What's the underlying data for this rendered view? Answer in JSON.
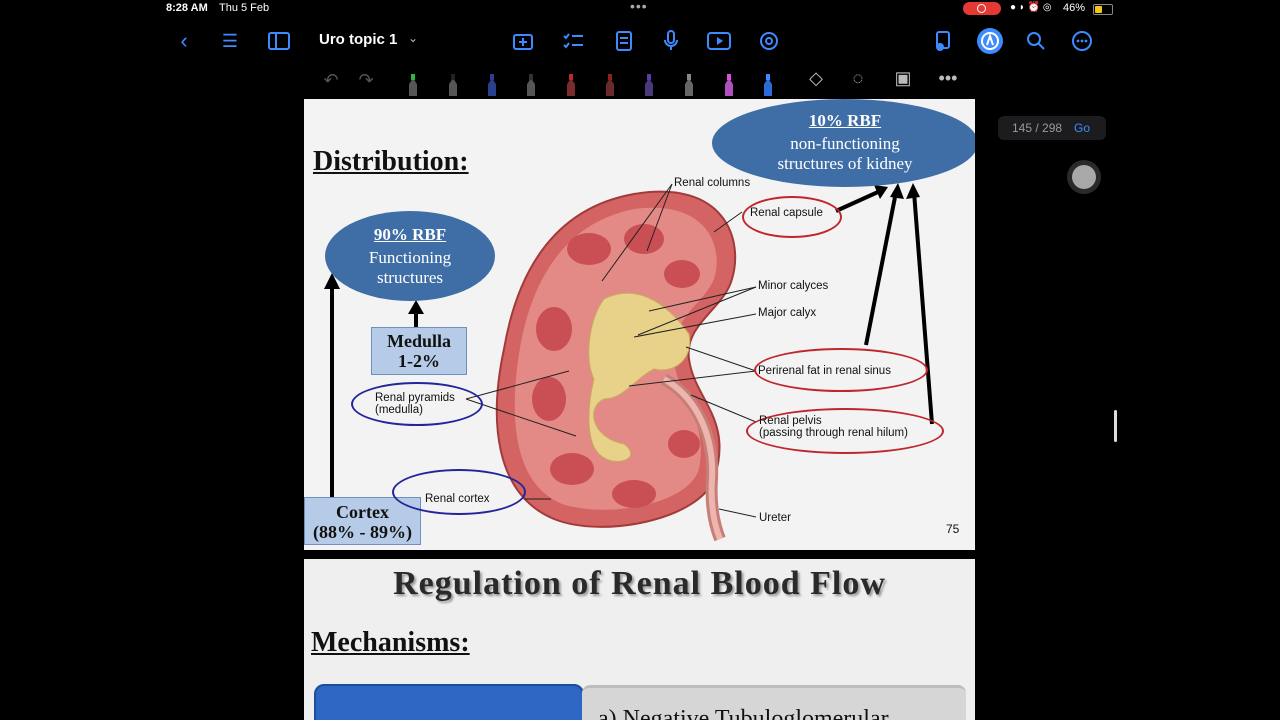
{
  "status": {
    "time": "8:28 AM",
    "date": "Thu 5 Feb",
    "battery": "46%"
  },
  "nav": {
    "title": "Uro topic 1",
    "icons": [
      "back-icon",
      "outline-icon",
      "sidebar-icon",
      "add-page-icon",
      "checklist-icon",
      "template-icon",
      "microphone-icon",
      "play-icon",
      "ai-icon",
      "document-share-icon",
      "pencil-mode-icon",
      "search-icon",
      "more-icon"
    ]
  },
  "page_indicator": {
    "text": "145 / 298",
    "go": "Go"
  },
  "slide1": {
    "heading": "Distribution:",
    "rbf90": {
      "line1": "90% RBF",
      "line2": "Functioning",
      "line3": "structures"
    },
    "rbf10": {
      "line1": "10% RBF",
      "line2": "non-functioning",
      "line3": "structures of kidney"
    },
    "medulla": {
      "line1": "Medulla",
      "line2": "1-2%"
    },
    "cortex": {
      "line1": "Cortex",
      "line2": "(88% - 89%)"
    },
    "labels": {
      "renal_columns": "Renal columns",
      "renal_capsule": "Renal capsule",
      "minor_calyces": "Minor calyces",
      "major_calyx": "Major calyx",
      "perirenal_fat": "Perirenal fat in renal sinus",
      "renal_pelvis_1": "Renal pelvis",
      "renal_pelvis_2": "(passing through renal hilum)",
      "renal_pyramids_1": "Renal pyramids",
      "renal_pyramids_2": "(medulla)",
      "renal_cortex": "Renal cortex",
      "ureter": "Ureter"
    },
    "page_number": "75"
  },
  "slide2": {
    "title": "Regulation of Renal Blood Flow",
    "heading": "Mechanisms:",
    "box_text": "a) Negative Tubuloglomerular"
  }
}
